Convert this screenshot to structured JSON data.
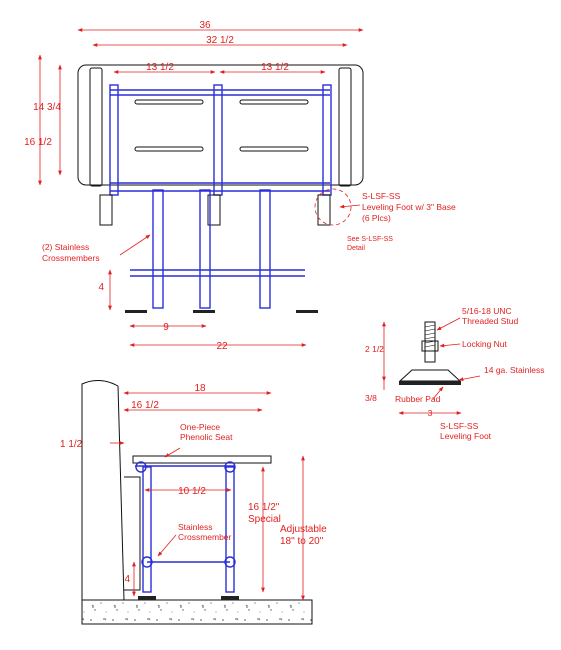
{
  "colors": {
    "dimension": "#e21f1f",
    "frame": "#2b2fd9",
    "outline": "#111111"
  },
  "front_view": {
    "width_overall": "36",
    "width_inner": "32 1/2",
    "bay_left": "13 1/2",
    "bay_right": "13 1/2",
    "seat_height_inner": "14 3/4",
    "seat_height_overall": "16 1/2",
    "crossmember_label": "(2) Stainless\nCrossmembers",
    "foot_callout": "S-LSF-SS\nLeveling Foot w/ 3\" Base\n(6 Plcs)",
    "detail_ref": "See S-LSF-SS\nDetail",
    "crossmember_height": "4",
    "leg_spacing": "9",
    "leg_span": "22"
  },
  "foot_detail": {
    "stud_label": "5/16-18 UNC\nThreaded Stud",
    "nut_label": "Locking Nut",
    "height": "2 1/2",
    "plate_label": "14 ga. Stainless",
    "pad_thickness": "3/8",
    "pad_label": "Rubber Pad",
    "base_width": "3",
    "title": "S-LSF-SS\nLeveling Foot"
  },
  "side_view": {
    "depth_overall": "18",
    "depth_seat": "16 1/2",
    "wall_offset": "1 1/2",
    "seat_label": "One-Piece\nPhenolic Seat",
    "leg_offset": "10 1/2",
    "leg_height": "16 1/2\"\nSpecial",
    "crossmember_label": "Stainless\nCrossmember",
    "adjustable_label": "Adjustable\n18\" to 20\"",
    "crossmember_height": "4"
  }
}
